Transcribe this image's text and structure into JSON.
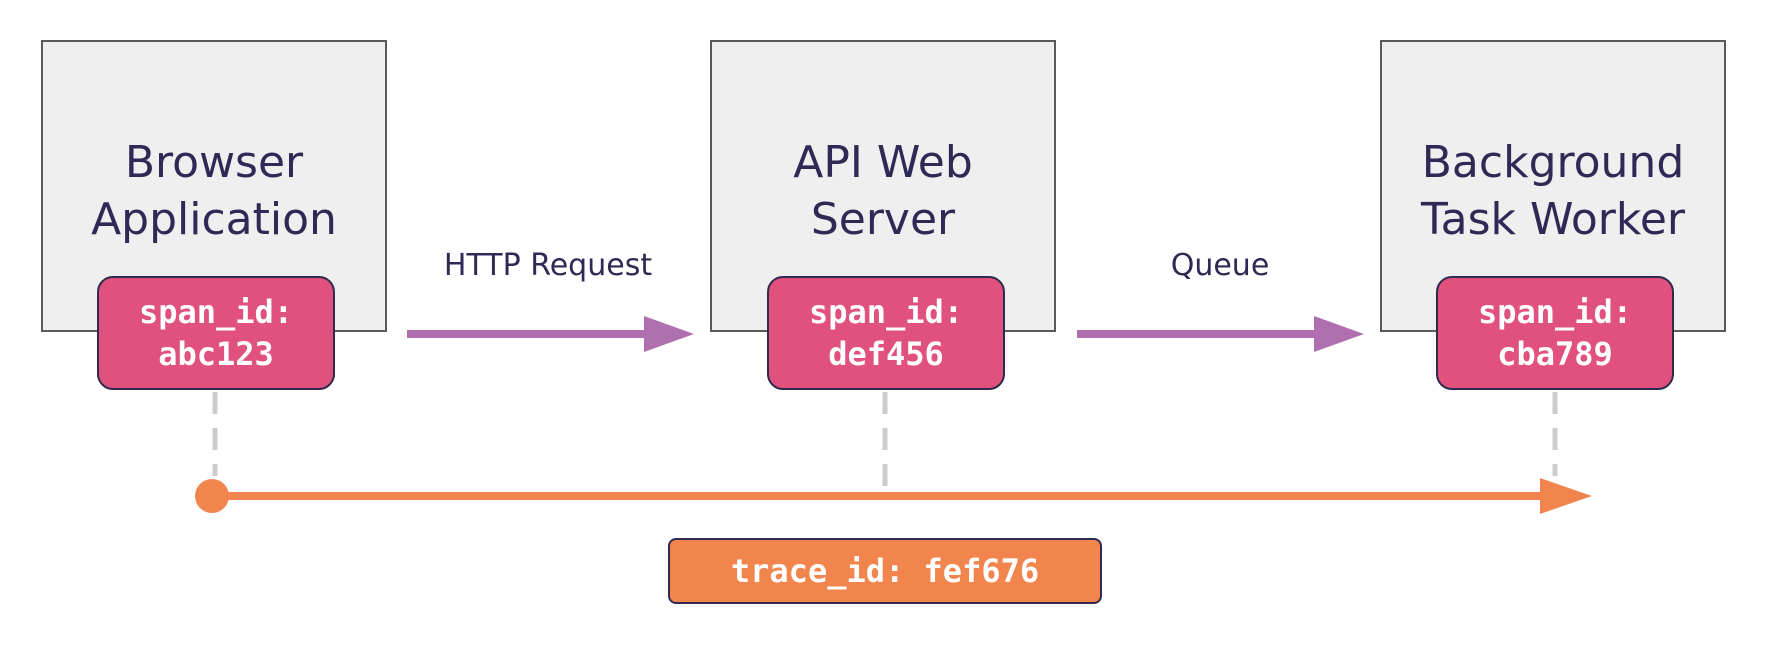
{
  "services": [
    {
      "title": "Browser\nApplication",
      "span_key": "span_id:",
      "span_value": "abc123"
    },
    {
      "title": "API Web\nServer",
      "span_key": "span_id:",
      "span_value": "def456"
    },
    {
      "title": "Background\nTask Worker",
      "span_key": "span_id:",
      "span_value": "cba789"
    }
  ],
  "flows": [
    {
      "label": "HTTP Request"
    },
    {
      "label": "Queue"
    }
  ],
  "trace": {
    "label": "trace_id: fef676"
  },
  "colors": {
    "box_fill": "#efefef",
    "box_border": "#5a5a5a",
    "text": "#2e2a55",
    "span_badge": "#e0527d",
    "badge_border": "#2f2a4f",
    "flow_arrow": "#b06fae",
    "trace": "#f2854d",
    "dashed_link": "#cccccc"
  }
}
